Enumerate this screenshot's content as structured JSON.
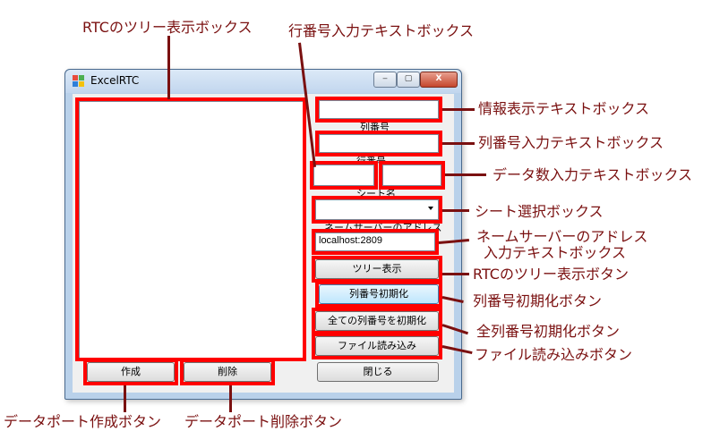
{
  "window": {
    "title": "ExcelRTC",
    "minimize_glyph": "‒",
    "maximize_glyph": "▢",
    "close_glyph": "X"
  },
  "form": {
    "info_value": "",
    "column_label": "列番号",
    "column_value": "",
    "row_label": "行番号",
    "row_value": "",
    "data_count_value": "",
    "sheet_label": "シート名",
    "sheet_selected": "",
    "nameserver_label": "ネームサーバーのアドレス",
    "nameserver_value": "localhost:2809",
    "tree_button": "ツリー表示",
    "reset_column_button": "列番号初期化",
    "reset_all_button": "全ての列番号を初期化",
    "load_file_button": "ファイル読み込み",
    "close_button": "閉じる",
    "create_button": "作成",
    "delete_button": "削除"
  },
  "callouts": {
    "rtc_tree_box": "RTCのツリー表示ボックス",
    "row_input": "行番号入力テキストボックス",
    "info_box": "情報表示テキストボックス",
    "column_input": "列番号入力テキストボックス",
    "data_count_input": "データ数入力テキストボックス",
    "sheet_select": "シート選択ボックス",
    "nameserver_line1": "ネームサーバーのアドレス",
    "nameserver_line2": "入力テキストボックス",
    "tree_button": "RTCのツリー表示ボタン",
    "reset_column": "列番号初期化ボタン",
    "reset_all": "全列番号初期化ボタン",
    "load_file": "ファイル読み込みボタン",
    "create_port": "データポート作成ボタン",
    "delete_port": "データポート削除ボタン"
  },
  "colors": {
    "highlight": "#ff0000",
    "callout_text": "#7a1010"
  }
}
